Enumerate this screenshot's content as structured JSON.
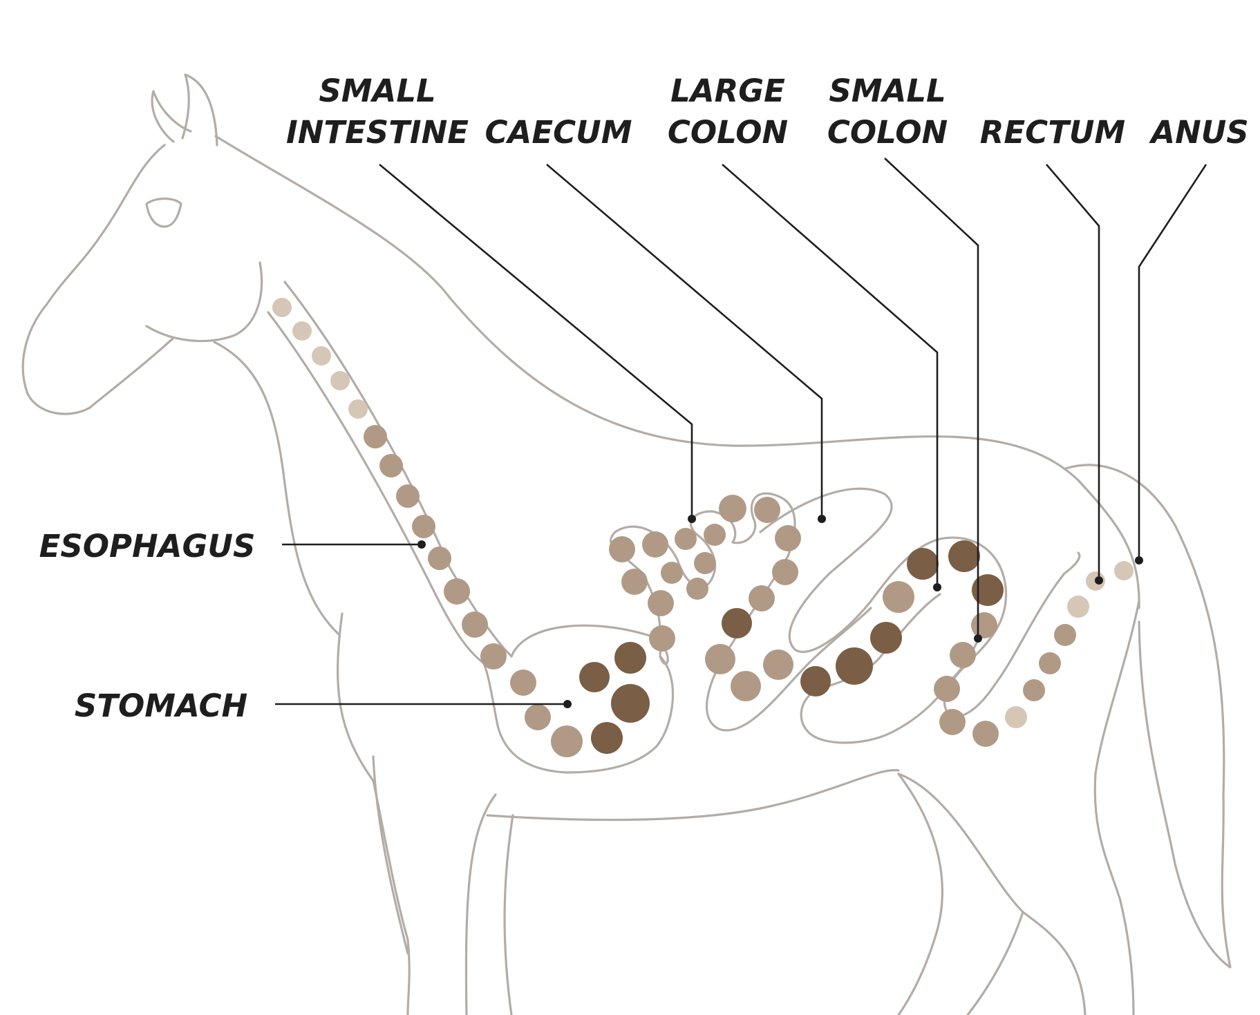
{
  "labels": {
    "small_intestine": [
      "SMALL",
      "INTESTINE"
    ],
    "caecum": [
      "CAECUM"
    ],
    "large_colon": [
      "LARGE",
      "COLON"
    ],
    "small_colon": [
      "SMALL",
      "COLON"
    ],
    "rectum": [
      "RECTUM"
    ],
    "anus": [
      "ANUS"
    ],
    "esophagus": [
      "ESOPHAGUS"
    ],
    "stomach": [
      "STOMACH"
    ]
  },
  "colors": {
    "outline": "#b3aca6",
    "leader": "#1e1e1e",
    "food_light": "#d6c6b6",
    "food_medium": "#b09a86",
    "food_dark": "#7a5e45"
  }
}
